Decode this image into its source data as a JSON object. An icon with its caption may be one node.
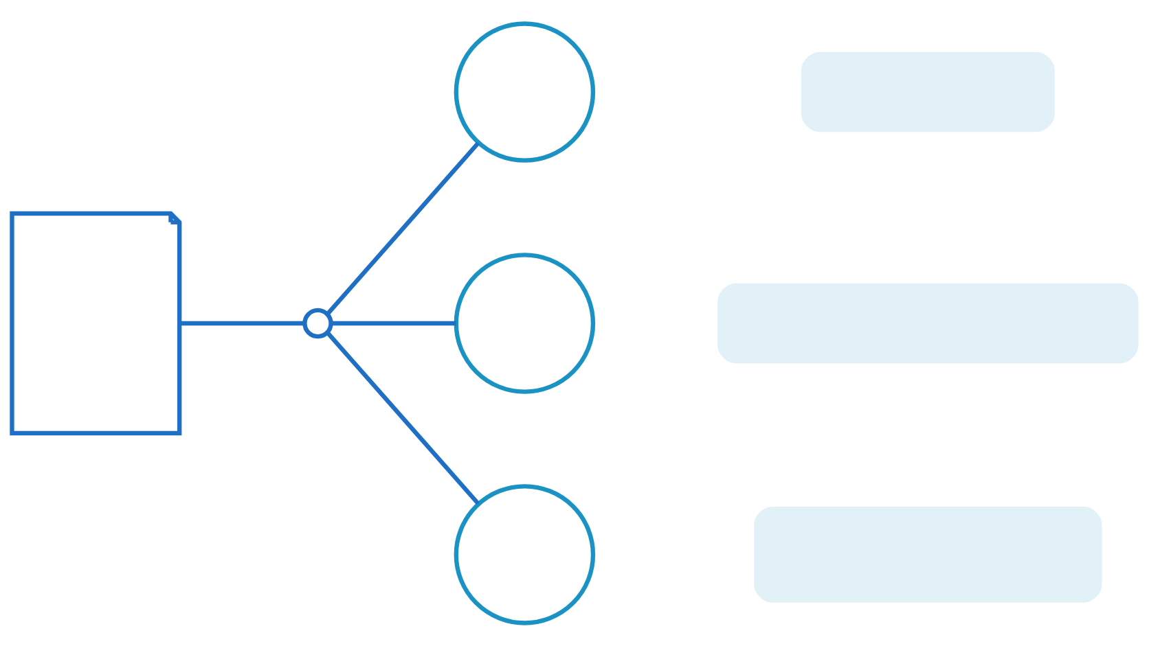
{
  "diagram": {
    "nodes": [
      {
        "text": [],
        "shape": "document"
      },
      {
        "text": [],
        "shape": "circle"
      },
      {
        "text": [],
        "shape": "circle"
      },
      {
        "text": [],
        "shape": "box"
      },
      {
        "text": [],
        "shape": "circle"
      },
      {
        "text": [],
        "shape": "box"
      },
      {
        "text": [],
        "shape": "circle"
      },
      {
        "text": [],
        "shape": "box"
      }
    ],
    "edges": [
      {
        "from": 0,
        "to": 1,
        "arrow": "none"
      },
      {
        "from": 1,
        "to": 2,
        "arrow": "none"
      },
      {
        "from": 1,
        "to": 4,
        "arrow": "none"
      },
      {
        "from": 1,
        "to": 6,
        "arrow": "none"
      }
    ]
  }
}
